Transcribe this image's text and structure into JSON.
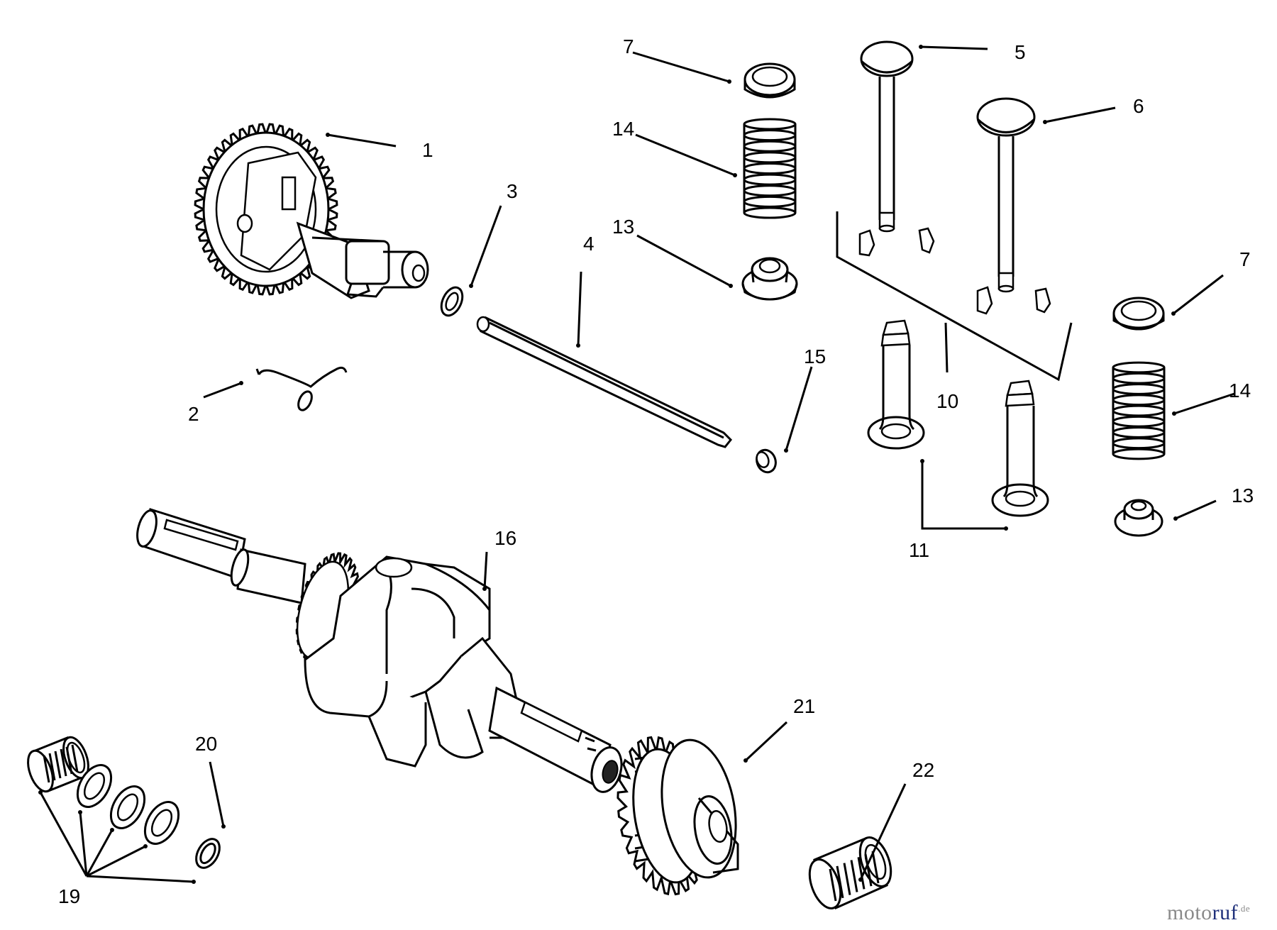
{
  "diagram": {
    "callouts": [
      {
        "id": "c1",
        "label": "1"
      },
      {
        "id": "c2",
        "label": "2"
      },
      {
        "id": "c3",
        "label": "3"
      },
      {
        "id": "c4",
        "label": "4"
      },
      {
        "id": "c5",
        "label": "5"
      },
      {
        "id": "c6",
        "label": "6"
      },
      {
        "id": "c7a",
        "label": "7"
      },
      {
        "id": "c7b",
        "label": "7"
      },
      {
        "id": "c10",
        "label": "10"
      },
      {
        "id": "c11",
        "label": "11"
      },
      {
        "id": "c13a",
        "label": "13"
      },
      {
        "id": "c13b",
        "label": "13"
      },
      {
        "id": "c14a",
        "label": "14"
      },
      {
        "id": "c14b",
        "label": "14"
      },
      {
        "id": "c15",
        "label": "15"
      },
      {
        "id": "c16",
        "label": "16"
      },
      {
        "id": "c19",
        "label": "19"
      },
      {
        "id": "c20",
        "label": "20"
      },
      {
        "id": "c21",
        "label": "21"
      },
      {
        "id": "c22",
        "label": "22"
      }
    ]
  },
  "watermark": {
    "part_a": "moto",
    "part_b": "ruf",
    "part_c": ".de"
  }
}
